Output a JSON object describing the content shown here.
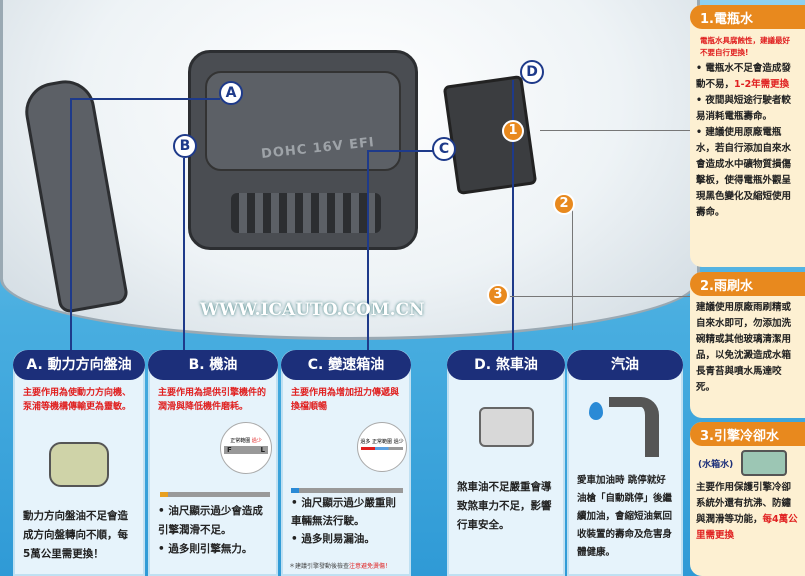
{
  "engine": {
    "label": "DOHC 16V EFI",
    "markers": [
      "A",
      "B",
      "C",
      "D"
    ],
    "numbers": [
      "1",
      "2",
      "3"
    ]
  },
  "cards": [
    {
      "title": "A. 動力方向盤油",
      "intro": "主要作用為使動力方向機、泵浦等機構傳輸更為靈敏。",
      "body": "動力方向盤油不足會造成方向盤轉向不順，每5萬公里需更換！"
    },
    {
      "title": "B. 機油",
      "intro": "主要作用為提供引擎機件的潤滑與降低機件磨耗。",
      "dipstick": [
        "正常範圍",
        "過少",
        "F",
        "L"
      ],
      "bullets": [
        "油尺顯示過少會造成引擎潤滑不足。",
        "過多則引擎無力。"
      ]
    },
    {
      "title": "C. 變速箱油",
      "intro": "主要作用為增加扭力傳遞與換檔順暢",
      "dipstick": [
        "過多",
        "正常範圍",
        "過少"
      ],
      "bullets": [
        "油尺顯示過少嚴重則車輛無法行駛。",
        "過多則易漏油。"
      ],
      "note": "＊建議引擎發動後檢查",
      "note_red": "注意避免燙傷！"
    },
    {
      "title": "D. 煞車油",
      "body": "煞車油不足嚴重會導致煞車力不足，影響行車安全。"
    },
    {
      "title": "汽油",
      "body": "愛車加油時 跳停就好油槍「自動跳停」後繼續加油，會縮短油氣回收裝置的壽命及危害身體健康。"
    }
  ],
  "right": [
    {
      "title": "1.電瓶水",
      "intro": "電瓶水具腐蝕性，建議最好不要自行更換!",
      "bullets": [
        {
          "text": "電瓶水不足會造成發動不易，",
          "red": "1-2年需更換"
        },
        {
          "text": "夜間與短途行駛者較易消耗電瓶壽命。",
          "red": ""
        },
        {
          "text": "建議使用原廠電瓶水，若自行添加自來水會造成水中礦物質損傷擊板，使得電瓶外觀呈現黑色變化及縮短使用壽命。",
          "red": ""
        }
      ]
    },
    {
      "title": "2.雨刷水",
      "body": "建議使用原廠雨刷精或自來水即可，勿添加洗碗精或其他玻璃清潔用品，以免沈澱造成水箱長青苔與噴水馬達咬死。"
    },
    {
      "title": "3.引擎冷卻水",
      "sub": "(水箱水)",
      "body": "主要作用保護引擎冷卻系統外還有抗沸、防鏽與潤滑等功能，",
      "red": "每4萬公里需更換"
    }
  ],
  "watermark": "WWW.ICAUTO.COM.CN",
  "colors": {
    "navy": "#1c2f7a",
    "orange": "#e8891e",
    "red": "#e02020",
    "cream": "#fdf0d2"
  }
}
